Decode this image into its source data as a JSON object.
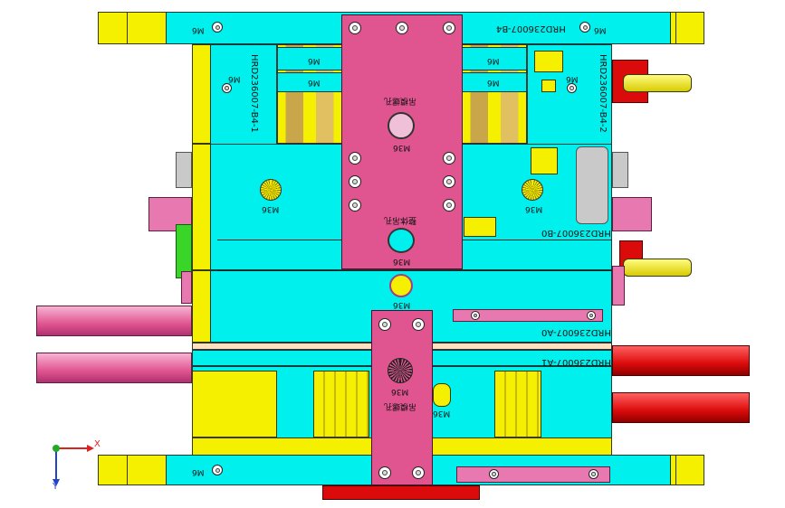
{
  "labels": {
    "plate_b4": "HRD236007-B4",
    "plate_b4_1": "HRD236007-B4-1",
    "plate_b4_2": "HRD236007-B4-2",
    "plate_b0": "HRD236007-B0",
    "plate_a0": "HRD236007-A0",
    "plate_a1": "HRD236007-A1",
    "m6": "M6",
    "m36": "M36",
    "chinese_top": "吊模螺孔",
    "chinese_mid": "整体吊孔",
    "chinese_bottom": "吊模螺孔"
  },
  "axes": {
    "x": "X",
    "y": "Y"
  },
  "colors": {
    "cyan": "#00f0ee",
    "yellow": "#f5f000",
    "pink": "#e05590",
    "light_pink": "#e879b0",
    "green": "#39d629",
    "red": "#dc0b0b",
    "outline": "#1a3a3a"
  }
}
